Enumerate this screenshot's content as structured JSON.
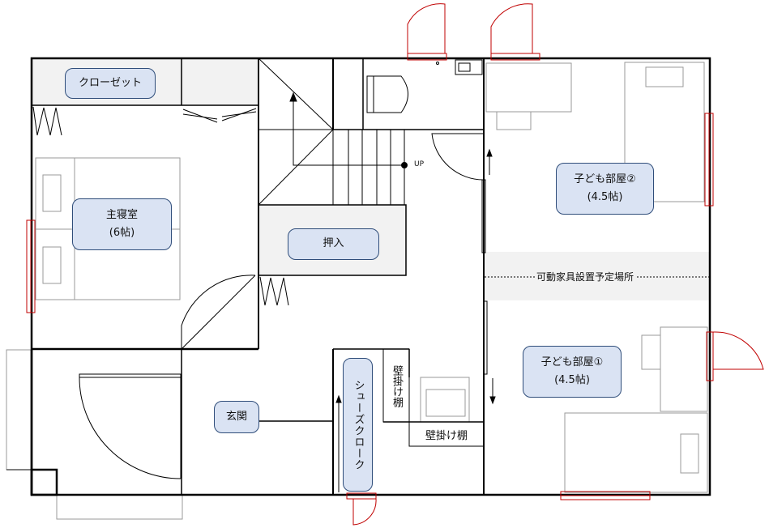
{
  "rooms": {
    "closet": "クローゼット",
    "master_bedroom": "主寝室",
    "master_bedroom_size": "(6帖)",
    "oshiire": "押入",
    "entrance": "玄関",
    "shoe_cloak": "シューズクローク",
    "wall_shelf_vertical": "壁掛け棚",
    "wall_shelf_horizontal": "壁掛け棚",
    "kids_room_2": "子ども部屋②",
    "kids_room_2_size": "(4.5帖)",
    "kids_room_1": "子ども部屋①",
    "kids_room_1_size": "(4.5帖)"
  },
  "annotations": {
    "movable_furniture_area": "可動家具設置予定場所",
    "stair_up": "UP"
  },
  "colors": {
    "wall": "#000000",
    "door_red": "#c00000",
    "label_fill": "#dae3f3",
    "label_border": "#2f4d7a",
    "storage_fill": "#f2f2f2",
    "furniture_line": "#999999"
  }
}
